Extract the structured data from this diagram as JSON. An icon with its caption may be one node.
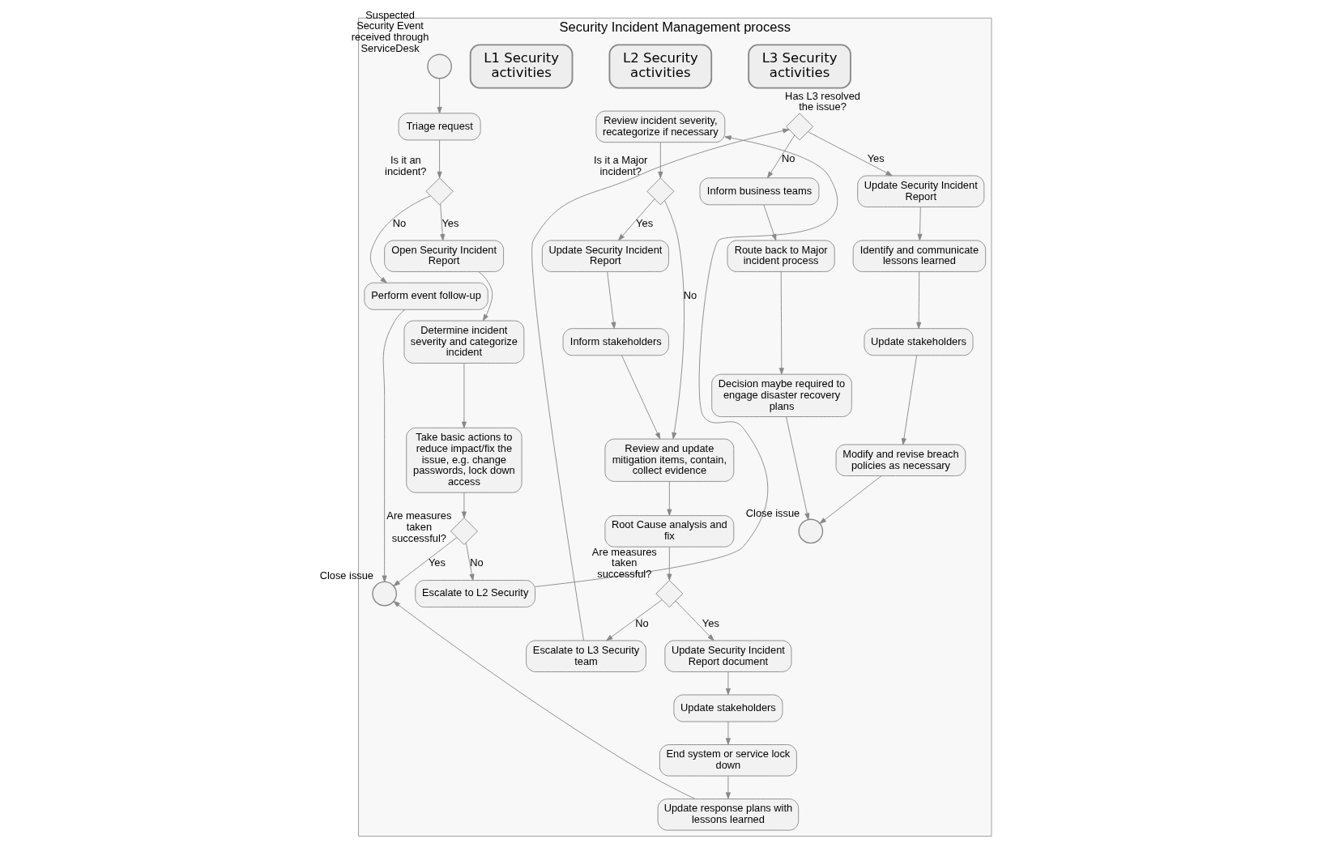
{
  "diagram": {
    "nodes": [
      {
        "text": [
          "Security Incident Management process"
        ]
      },
      {
        "text": [
          "L1 Security activities"
        ],
        "in": 0
      },
      {
        "text": [
          "L2 Security activities"
        ],
        "in": 0
      },
      {
        "text": [
          "L3 Security activities"
        ],
        "in": 0
      },
      {
        "text": [],
        "shape": "circle",
        "in": 0,
        "beside": [
          "Suspected Security Event received through ServiceDesk"
        ]
      },
      {
        "text": [
          "Triage request"
        ],
        "in": 0
      },
      {
        "text": [],
        "shape": "diamond",
        "in": 0,
        "beside": [
          "Is it an incident?"
        ]
      },
      {
        "text": [
          "Open Security Incident Report"
        ],
        "in": 0
      },
      {
        "text": [
          "Determine incident severity and categorize incident"
        ],
        "in": 0
      },
      {
        "text": [
          "Take basic actions to reduce impact/fix the issue, e.g. change passwords, lock down access"
        ],
        "in": 0
      },
      {
        "text": [
          "Perform event follow-up"
        ],
        "in": 0
      },
      {
        "text": [],
        "shape": "diamond",
        "in": 0,
        "beside": [
          "Are measures taken successful?"
        ]
      },
      {
        "text": [],
        "shape": "circle",
        "in": 0,
        "beside": [
          "Close issue"
        ]
      },
      {
        "text": [
          "Escalate to L2 Security"
        ],
        "in": 0
      },
      {
        "text": [
          "Review incident severity, recategorize if necessary"
        ],
        "in": 0
      },
      {
        "text": [],
        "shape": "diamond",
        "in": 0,
        "beside": [
          "Is it a Major incident?"
        ]
      },
      {
        "text": [
          "Update Security Incident Report"
        ],
        "in": 0
      },
      {
        "text": [
          "Review and update mitigation items, contain, collect evidence"
        ],
        "in": 0
      },
      {
        "text": [
          "Inform stakeholders"
        ],
        "in": 0
      },
      {
        "text": [
          "Root Cause analysis and fix"
        ],
        "in": 0
      },
      {
        "text": [
          "Escalate to L3 Security team"
        ],
        "in": 0
      },
      {
        "text": [],
        "shape": "diamond",
        "in": 0,
        "beside": [
          "Are measures taken successful?"
        ]
      },
      {
        "text": [
          "Update Security Incident Report document"
        ],
        "in": 0
      },
      {
        "text": [
          "Update stakeholders"
        ],
        "in": 0
      },
      {
        "text": [
          "End system or service lock down"
        ],
        "in": 0
      },
      {
        "text": [
          "Update response plans with lessons learned"
        ],
        "in": 0
      },
      {
        "text": [],
        "shape": "diamond",
        "in": 0,
        "beside": [
          "Has L3 resolved the issue?"
        ]
      },
      {
        "text": [
          "Update Security Incident Report"
        ],
        "in": 0
      },
      {
        "text": [
          "Inform business teams"
        ],
        "in": 0
      },
      {
        "text": [
          "Identify and communicate lessons learned"
        ],
        "in": 0
      },
      {
        "text": [
          "Route back to Major incident process"
        ],
        "in": 0
      },
      {
        "text": [
          "Update stakeholders"
        ],
        "in": 0
      },
      {
        "text": [
          "Modify and revise breach policies as necessary"
        ],
        "in": 0
      },
      {
        "text": [
          "Decision maybe required to engage disaster recovery plans"
        ],
        "in": 0
      },
      {
        "text": [],
        "shape": "circle",
        "in": 0,
        "beside": [
          "Close issue"
        ]
      }
    ],
    "edges": [
      {
        "from": 4,
        "to": 5,
        "arrow": "to"
      },
      {
        "from": 5,
        "to": 6,
        "arrow": "to"
      },
      {
        "from": 6,
        "to": 7,
        "arrow": "to",
        "label": "Yes"
      },
      {
        "from": 6,
        "to": 10,
        "arrow": "to",
        "label": "No"
      },
      {
        "from": 7,
        "to": 8,
        "arrow": "to"
      },
      {
        "from": 8,
        "to": 9,
        "arrow": "to"
      },
      {
        "from": 9,
        "to": 11,
        "arrow": "to"
      },
      {
        "from": 11,
        "to": 12,
        "arrow": "to",
        "label": "Yes"
      },
      {
        "from": 11,
        "to": 13,
        "arrow": "to",
        "label": "No"
      },
      {
        "from": 10,
        "to": 12,
        "arrow": "to"
      },
      {
        "from": 13,
        "to": 14,
        "arrow": "to"
      },
      {
        "from": 14,
        "to": 15,
        "arrow": "to"
      },
      {
        "from": 15,
        "to": 16,
        "arrow": "to",
        "label": "Yes"
      },
      {
        "from": 15,
        "to": 17,
        "arrow": "to",
        "label": "No"
      },
      {
        "from": 16,
        "to": 18,
        "arrow": "to"
      },
      {
        "from": 18,
        "to": 17,
        "arrow": "to"
      },
      {
        "from": 17,
        "to": 19,
        "arrow": "to"
      },
      {
        "from": 19,
        "to": 21,
        "arrow": "to"
      },
      {
        "from": 21,
        "to": 20,
        "arrow": "to",
        "label": "No"
      },
      {
        "from": 21,
        "to": 22,
        "arrow": "to",
        "label": "Yes"
      },
      {
        "from": 22,
        "to": 23,
        "arrow": "to"
      },
      {
        "from": 23,
        "to": 24,
        "arrow": "to"
      },
      {
        "from": 24,
        "to": 25,
        "arrow": "to"
      },
      {
        "from": 25,
        "to": 12,
        "arrow": "to"
      },
      {
        "from": 20,
        "to": 26,
        "arrow": "to"
      },
      {
        "from": 26,
        "to": 27,
        "arrow": "to",
        "label": "Yes"
      },
      {
        "from": 26,
        "to": 28,
        "arrow": "to",
        "label": "No"
      },
      {
        "from": 27,
        "to": 29,
        "arrow": "to"
      },
      {
        "from": 29,
        "to": 31,
        "arrow": "to"
      },
      {
        "from": 31,
        "to": 32,
        "arrow": "to"
      },
      {
        "from": 32,
        "to": 34,
        "arrow": "to"
      },
      {
        "from": 28,
        "to": 30,
        "arrow": "to"
      },
      {
        "from": 30,
        "to": 33,
        "arrow": "to"
      },
      {
        "from": 33,
        "to": 34,
        "arrow": "to"
      }
    ]
  }
}
